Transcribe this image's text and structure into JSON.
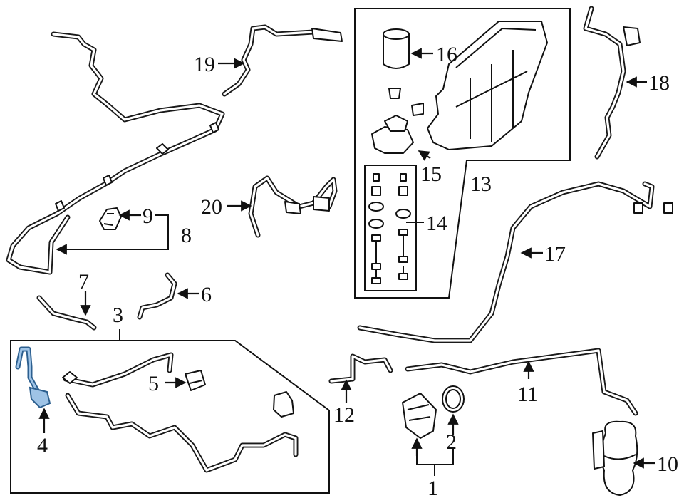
{
  "diagram": {
    "callouts": [
      {
        "id": "1",
        "text": "1"
      },
      {
        "id": "2",
        "text": "2"
      },
      {
        "id": "3",
        "text": "3"
      },
      {
        "id": "4",
        "text": "4"
      },
      {
        "id": "5",
        "text": "5"
      },
      {
        "id": "6",
        "text": "6"
      },
      {
        "id": "7",
        "text": "7"
      },
      {
        "id": "8",
        "text": "8"
      },
      {
        "id": "9",
        "text": "9"
      },
      {
        "id": "10",
        "text": "10"
      },
      {
        "id": "11",
        "text": "11"
      },
      {
        "id": "12",
        "text": "12"
      },
      {
        "id": "13",
        "text": "13"
      },
      {
        "id": "14",
        "text": "14"
      },
      {
        "id": "15",
        "text": "15"
      },
      {
        "id": "16",
        "text": "16"
      },
      {
        "id": "17",
        "text": "17"
      },
      {
        "id": "18",
        "text": "18"
      },
      {
        "id": "19",
        "text": "19"
      },
      {
        "id": "20",
        "text": "20"
      }
    ],
    "colors": {
      "line": "#111111",
      "highlight_stroke": "#2c5f8f",
      "highlight_fill": "#9ec3e6",
      "background": "#ffffff"
    }
  }
}
